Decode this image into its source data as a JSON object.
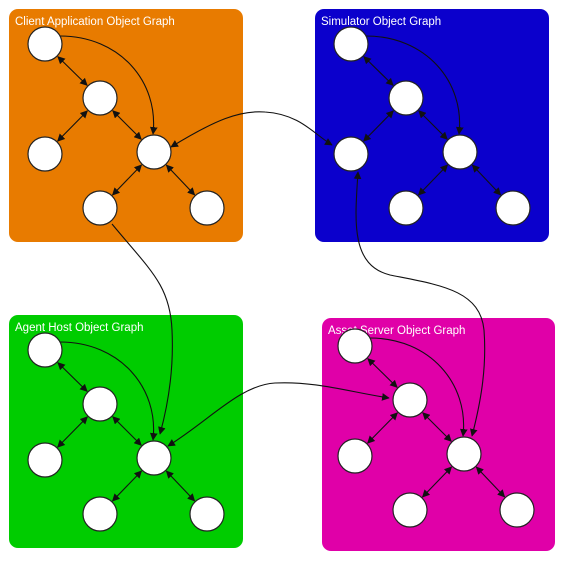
{
  "panels": [
    {
      "title": "Client Application Object Graph",
      "color": "#e87b00"
    },
    {
      "title": "Simulator Object Graph",
      "color": "#0b00cc"
    },
    {
      "title": "Agent Host Object Graph",
      "color": "#00cc00"
    },
    {
      "title": "Asset Server Object Graph",
      "color": "#e000a8"
    }
  ],
  "node_color": "#ffffff",
  "edge_color": "#111111",
  "title_color": "#ffffff"
}
